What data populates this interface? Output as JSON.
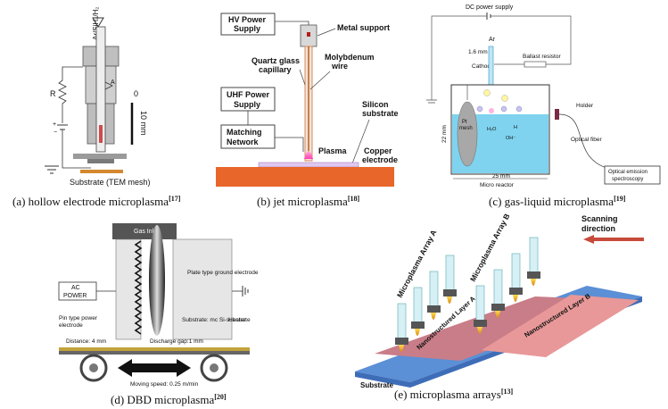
{
  "panels": {
    "a": {
      "caption": "(a) hollow electrode microplasma",
      "ref": "[17]",
      "gas": "Ar/SiH₄/H₂",
      "label_r": "R",
      "label_a": "A",
      "label_plus": "+",
      "label_minus": "−",
      "scale_top": "0",
      "scale_len": "10 mm",
      "substrate": "Substrate (TEM mesh)"
    },
    "b": {
      "caption": "(b) jet microplasma",
      "ref": "[18]",
      "hv": [
        "HV Power",
        "Supply"
      ],
      "metal": "Metal support",
      "quartz": [
        "Quartz glass",
        "capillary"
      ],
      "moly": [
        "Molybdenum",
        "wire"
      ],
      "uhf": [
        "UHF Power",
        "Supply"
      ],
      "matching": [
        "Matching",
        "Network"
      ],
      "silicon": [
        "Silicon",
        "substrate"
      ],
      "plasma": "Plasma",
      "copper": [
        "Copper",
        "electrode"
      ]
    },
    "c": {
      "caption": "(c) gas-liquid microplasma",
      "ref": "[19]",
      "dc": "DC power supply",
      "ar": "Ar",
      "size16": "1.6 mm",
      "cathode": "Cathode",
      "ballast": "Ballast resistor",
      "holder": "Holder",
      "pt": [
        "Pt",
        "mesh"
      ],
      "h2o": "H₂O",
      "oh": "OH⁻",
      "h": "H",
      "size22": "22 mm",
      "size25": "25 mm",
      "fiber": "Optical fiber",
      "reactor": "Micro reactor",
      "oes": [
        "Optical emission",
        "spectroscopy"
      ]
    },
    "d": {
      "caption": "(d) DBD microplasma",
      "ref": "[20]",
      "gas_inlet": "Gas Inlet",
      "plate": "Plate type ground electrode",
      "ac": [
        "AC",
        "POWER"
      ],
      "pin": [
        "Pin type power",
        "electrode"
      ],
      "substrate": "Substrate: mc Si-substrate",
      "heater": "Heater",
      "distance": "Distance: 4 mm",
      "gap": "Discharge gap:1 mm",
      "speed": "Moving speed: 0.25 m/min"
    },
    "e": {
      "caption": "(e) microplasma arrays",
      "ref": "[13]",
      "scan": [
        "Scanning",
        "direction"
      ],
      "array_a": "Microplasma Array A",
      "array_b": "Microplasma Array B",
      "layer_a": "Nanostructured Layer A",
      "layer_b": "Nanostructured Layer B",
      "substrate": "Substrate"
    }
  },
  "colors": {
    "copper": "#e8662a",
    "water": "#7fd3ef",
    "plasma": "#ff4db8",
    "layer_b": "#e89898",
    "substrate_blue": "#5b8fd6",
    "arrow_red": "#c84a3a"
  }
}
